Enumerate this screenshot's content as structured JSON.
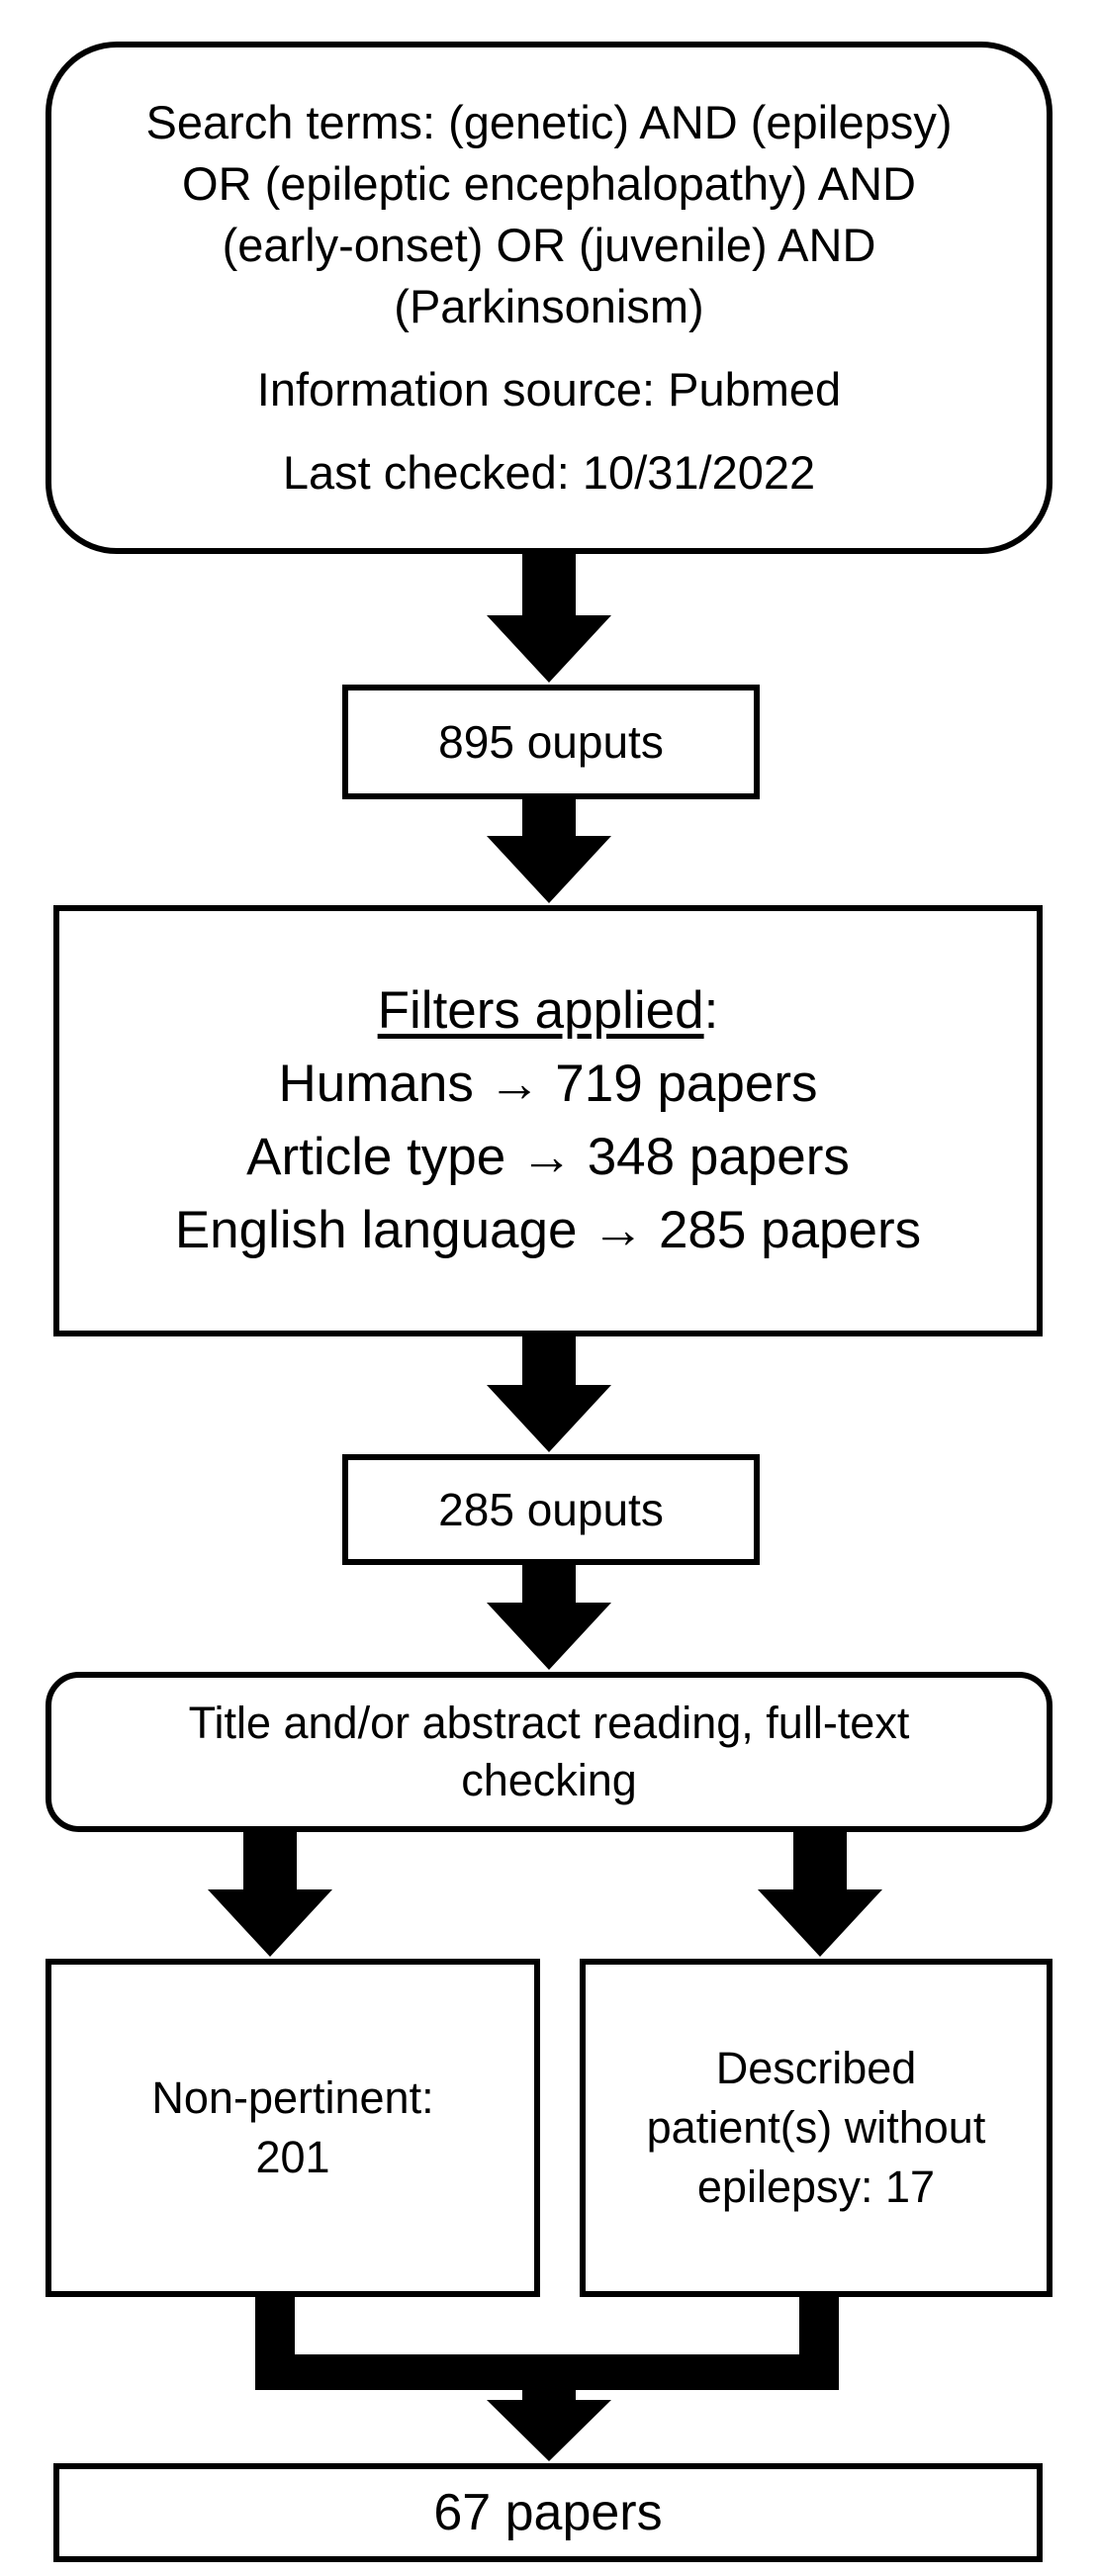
{
  "search": {
    "terms_lines": [
      "Search terms: (genetic) AND (epilepsy)",
      "OR (epileptic encephalopathy) AND",
      "(early-onset) OR (juvenile) AND",
      "(Parkinsonism)"
    ],
    "source": "Information source: Pubmed",
    "checked": "Last checked: 10/31/2022"
  },
  "output_1": "895 ouputs",
  "filters": {
    "heading": "Filters applied",
    "heading_suffix": ":",
    "items": [
      "Humans → 719 papers",
      "Article type → 348 papers",
      "English language → 285 papers"
    ]
  },
  "output_2": "285 ouputs",
  "review": {
    "lines": [
      "Title and/or  abstract reading, full-text",
      "checking"
    ]
  },
  "excluded": {
    "non_pertinent": [
      "Non-pertinent:",
      "201"
    ],
    "without_epilepsy": [
      "Described",
      "patient(s) without",
      "epilepsy: 17"
    ]
  },
  "final": "67 papers"
}
